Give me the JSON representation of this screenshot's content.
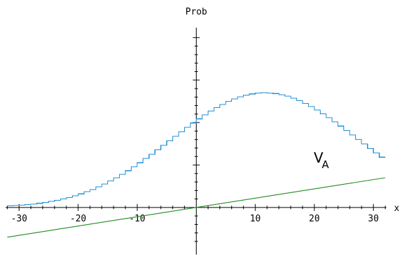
{
  "chart_data": {
    "type": "line",
    "xlabel": "x",
    "ylabel": "Prob",
    "xlim": [
      -32.3,
      32.2
    ],
    "ylim": [
      -0.0425,
      0.215
    ],
    "x_ticks": [
      -30,
      -20,
      -10,
      10,
      20,
      30
    ],
    "x_tick_labels": [
      "-30",
      "-20",
      "-10",
      "10",
      "20",
      "30"
    ],
    "grid": false,
    "legend": "none",
    "annotation": {
      "text": "V",
      "subscript": "A",
      "x": 19.9,
      "y": 0.053
    },
    "series": [
      {
        "style": "step",
        "color": "#1f8fd6",
        "x_start": -32,
        "x_end": 32,
        "step": 1,
        "values": [
          0.0018,
          0.0022,
          0.0028,
          0.0034,
          0.0041,
          0.005,
          0.006,
          0.0072,
          0.0085,
          0.0101,
          0.0118,
          0.0138,
          0.016,
          0.0185,
          0.0212,
          0.0242,
          0.0275,
          0.0311,
          0.0349,
          0.039,
          0.0433,
          0.0479,
          0.0526,
          0.0576,
          0.0627,
          0.0679,
          0.0732,
          0.0785,
          0.0839,
          0.0892,
          0.0944,
          0.0995,
          0.1044,
          0.1091,
          0.1135,
          0.1176,
          0.1214,
          0.1248,
          0.1277,
          0.1302,
          0.1322,
          0.1337,
          0.1346,
          0.135,
          0.1348,
          0.1341,
          0.1328,
          0.131,
          0.1287,
          0.1259,
          0.1226,
          0.1189,
          0.1148,
          0.1104,
          0.1057,
          0.1008,
          0.0958,
          0.0906,
          0.0853,
          0.08,
          0.0747,
          0.0694,
          0.0643,
          0.0592
        ]
      },
      {
        "style": "line",
        "color": "#1f8a1f",
        "points": [
          [
            -32,
            -0.035
          ],
          [
            32,
            0.035
          ]
        ]
      }
    ]
  }
}
